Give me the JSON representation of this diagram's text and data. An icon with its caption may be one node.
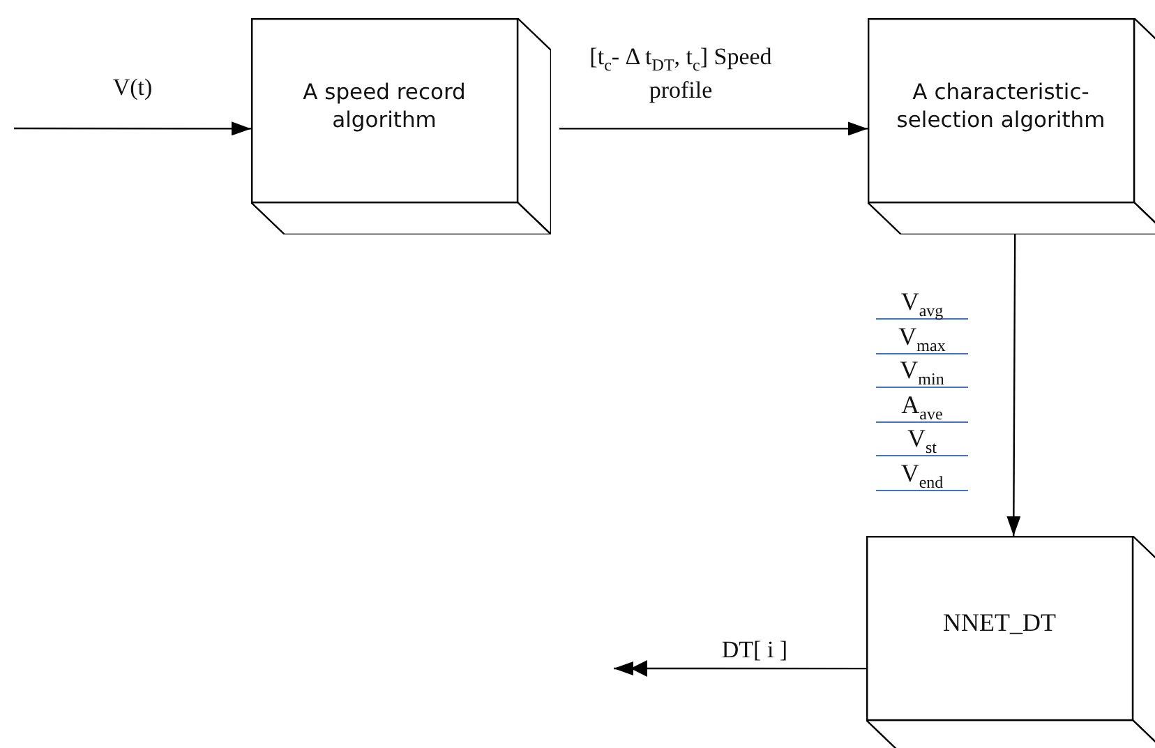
{
  "diagram": {
    "nodes": [
      {
        "text": [
          "A speed record algorithm"
        ]
      },
      {
        "text": [
          "A characteristic-selection algorithm"
        ]
      },
      {
        "text": [
          "NNET_DT"
        ]
      }
    ],
    "edges": [
      {
        "from": null,
        "to": 0,
        "arrow": "to",
        "label": "V(t)"
      },
      {
        "from": 0,
        "to": 1,
        "arrow": "to",
        "label": "[t$_{c}$- Δ t$_{DT}$, t$_{c}$] Speed profile"
      },
      {
        "from": 1,
        "to": 2,
        "arrow": "to"
      },
      {
        "from": 2,
        "to": null,
        "arrow": "to",
        "label": "DT[ i ]"
      }
    ],
    "labels": [
      "V$_{avg}$",
      "V$_{max}$",
      "V$_{min}$",
      "A$_{ave}$",
      "V$_{st}$",
      "V$_{end}$"
    ]
  }
}
